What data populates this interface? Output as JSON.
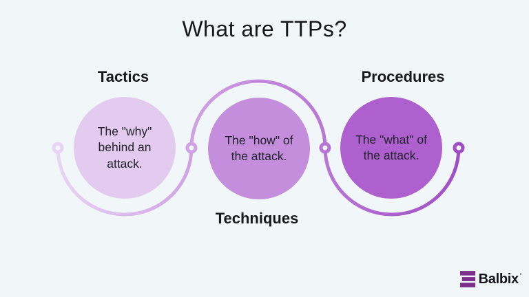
{
  "title": "What are TTPs?",
  "diagram": {
    "items": [
      {
        "label": "Tactics",
        "description": "The \"why\"\nbehind an\nattack.",
        "circle_color": "#e3cbf0",
        "label_position": "above"
      },
      {
        "label": "Techniques",
        "description": "The \"how\" of\nthe attack.",
        "circle_color": "#c48edc",
        "label_position": "below"
      },
      {
        "label": "Procedures",
        "description": "The \"what\" of\nthe attack.",
        "circle_color": "#ad60ce",
        "label_position": "above"
      }
    ],
    "connector": {
      "start_color": "#e8d4f3",
      "end_color": "#a04ec6",
      "node_count": 4
    }
  },
  "background_color": "#f1f7f8",
  "logo": {
    "name": "Balbix",
    "mark": "'",
    "icon": "balbix-square-icon",
    "icon_color": "#7d2f8d"
  }
}
